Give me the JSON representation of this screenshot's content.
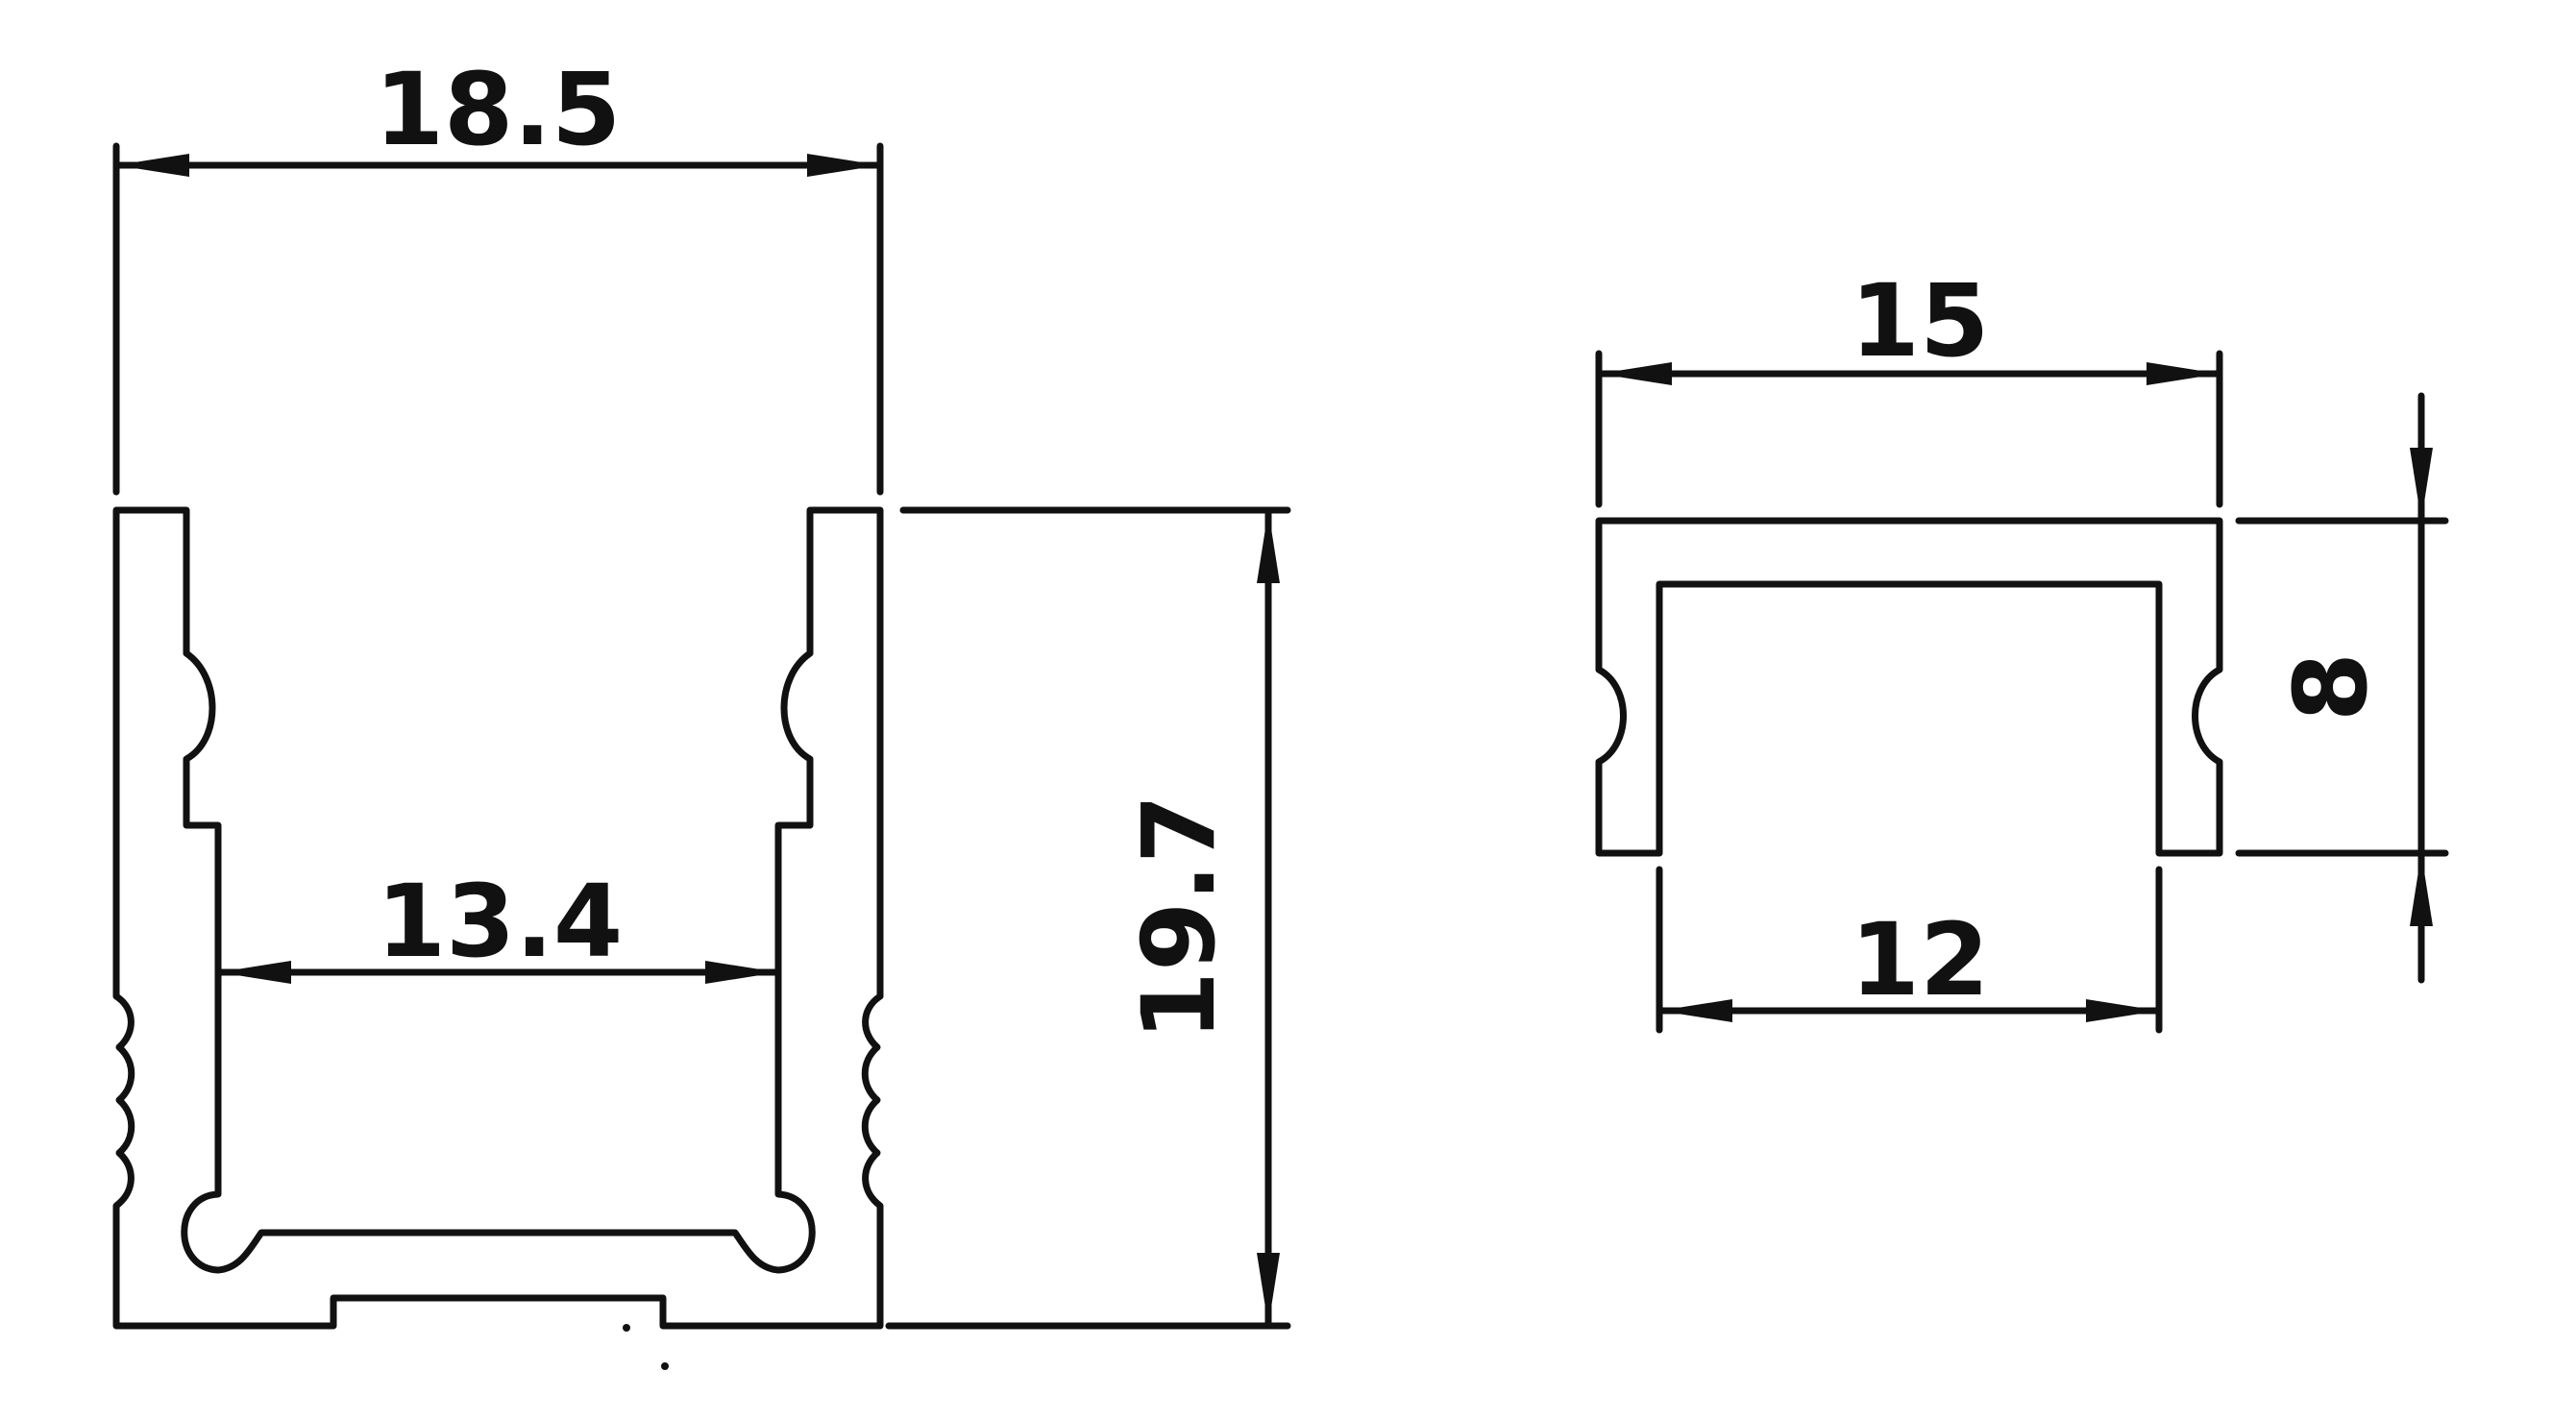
{
  "drawing": {
    "left_profile": {
      "dimensions": {
        "outer_width": "18.5",
        "inner_width": "13.4",
        "height": "19.7"
      }
    },
    "right_profile": {
      "dimensions": {
        "outer_width": "15",
        "inner_width": "12",
        "height": "8"
      }
    },
    "line_color": "#111111",
    "background_color": "#ffffff"
  }
}
